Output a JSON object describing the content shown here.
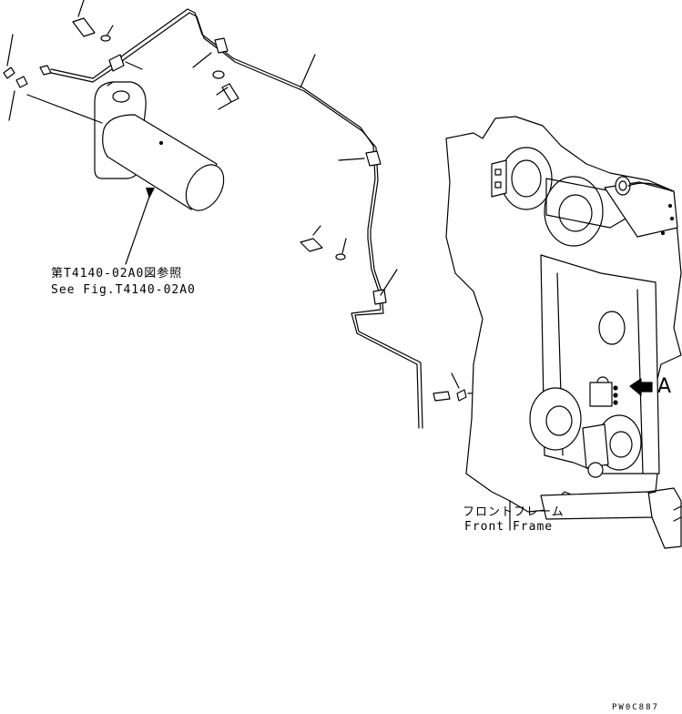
{
  "callouts": {
    "see_fig_jp": "第T4140-02A0図参照",
    "see_fig_en": "See Fig.T4140-02A0",
    "frame_jp": "フロントフレーム",
    "frame_en": "Front Frame",
    "view_letter": "A"
  },
  "drawing_code": "PW0C887"
}
